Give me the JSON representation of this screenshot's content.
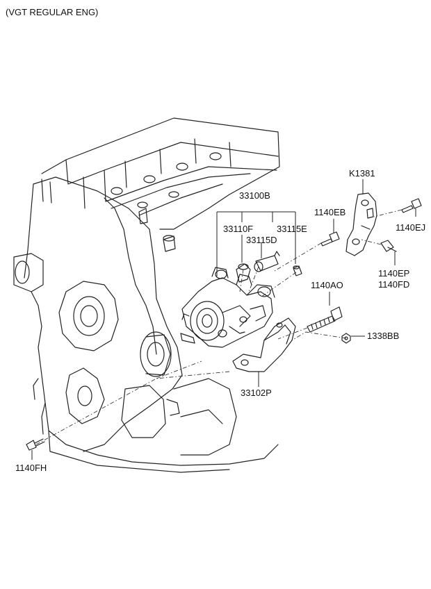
{
  "title": "(VGT REGULAR ENG)",
  "callouts": {
    "p33100B": "33100B",
    "p33110F": "33110F",
    "p33115E": "33115E",
    "p33115D": "33115D",
    "p33102P": "33102P",
    "k1381": "K1381",
    "p1140EB": "1140EB",
    "p1140EJ": "1140EJ",
    "p1140EP": "1140EP",
    "p1140FD": "1140FD",
    "p1140AO": "1140AO",
    "p1338BB": "1338BB",
    "p1140FH": "1140FH"
  },
  "colors": {
    "line": "#222222",
    "background": "#ffffff"
  }
}
